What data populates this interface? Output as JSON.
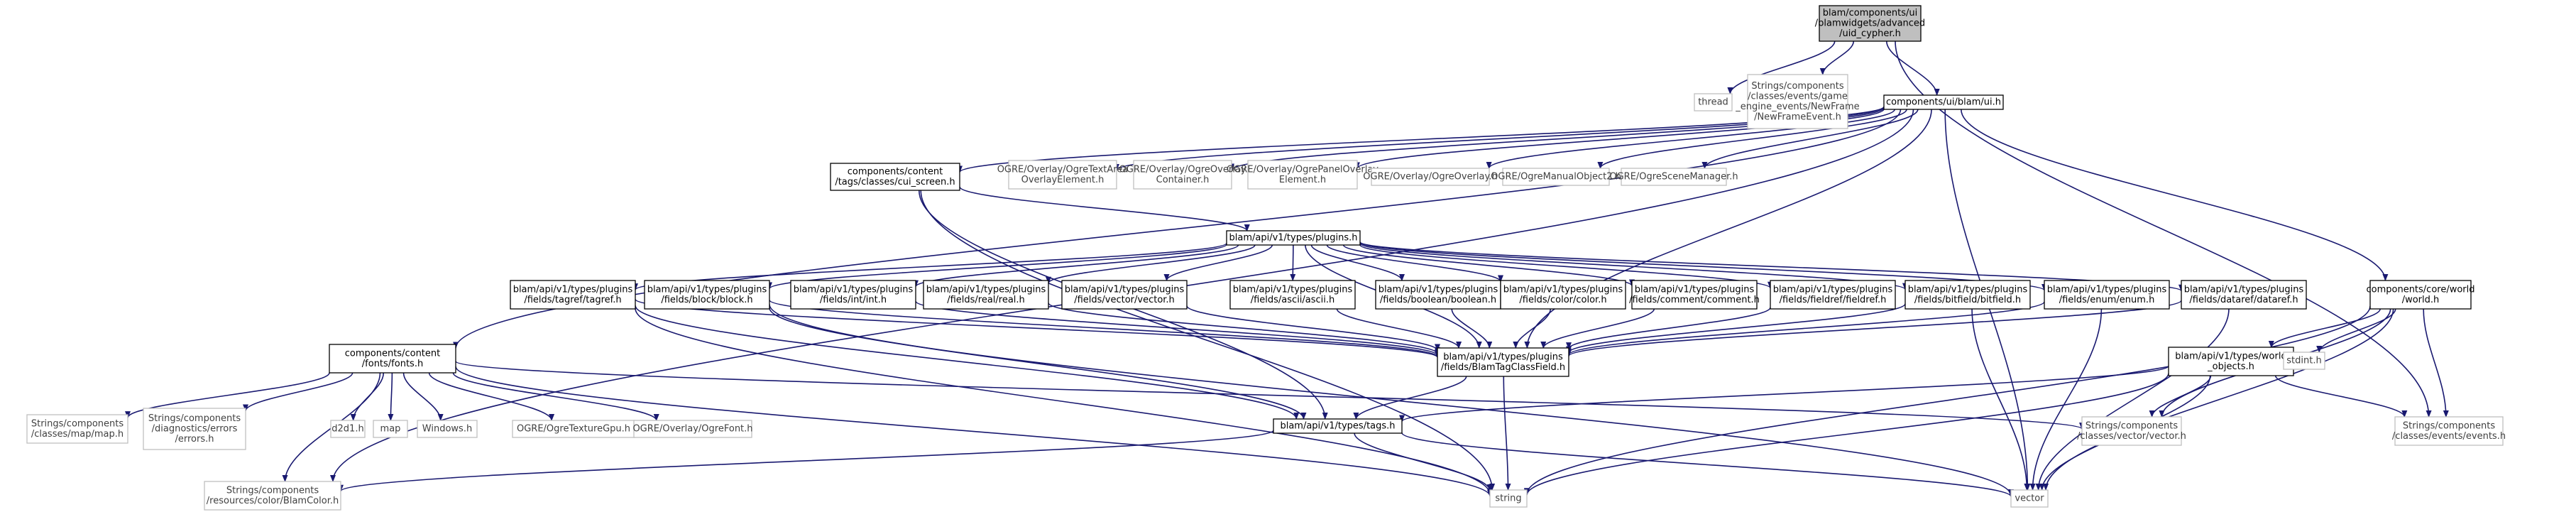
{
  "colors": {
    "edge": "#191970",
    "root_fill": "#bfbfbf",
    "root_border": "#000000",
    "node_fill": "#ffffff",
    "node_border": "#000000",
    "external_border": "#bfbfbf",
    "text": "#000000",
    "external_text": "#404040"
  },
  "nodes": [
    {
      "id": "uid_cypher",
      "lines": [
        "blam/components/ui",
        "/blamwidgets/advanced",
        "/uid_cypher.h"
      ],
      "kind": "root"
    },
    {
      "id": "thread",
      "lines": [
        "thread"
      ],
      "kind": "external"
    },
    {
      "id": "newframe",
      "lines": [
        "Strings/components",
        "/classes/events/game",
        "_engine_events/NewFrame",
        "/NewFrameEvent.h"
      ],
      "kind": "external"
    },
    {
      "id": "ui_h",
      "lines": [
        "components/ui/blam/ui.h"
      ],
      "kind": "internal"
    },
    {
      "id": "cui_screen",
      "lines": [
        "components/content",
        "/tags/classes/cui_screen.h"
      ],
      "kind": "internal"
    },
    {
      "id": "ogre_textarea",
      "lines": [
        "OGRE/Overlay/OgreTextArea",
        "OverlayElement.h"
      ],
      "kind": "external"
    },
    {
      "id": "ogre_overlaycontainer",
      "lines": [
        "OGRE/Overlay/OgreOverlay",
        "Container.h"
      ],
      "kind": "external"
    },
    {
      "id": "ogre_panel",
      "lines": [
        "OGRE/Overlay/OgrePanelOverlay",
        "Element.h"
      ],
      "kind": "external"
    },
    {
      "id": "ogre_overlay",
      "lines": [
        "OGRE/Overlay/OgreOverlay.h"
      ],
      "kind": "external"
    },
    {
      "id": "ogre_manual",
      "lines": [
        "OGRE/OgreManualObject2.h"
      ],
      "kind": "external"
    },
    {
      "id": "ogre_scenemgr",
      "lines": [
        "OGRE/OgreSceneManager.h"
      ],
      "kind": "external"
    },
    {
      "id": "plugins_h",
      "lines": [
        "blam/api/v1/types/plugins.h"
      ],
      "kind": "internal"
    },
    {
      "id": "tagref",
      "lines": [
        "blam/api/v1/types/plugins",
        "/fields/tagref/tagref.h"
      ],
      "kind": "internal"
    },
    {
      "id": "block",
      "lines": [
        "blam/api/v1/types/plugins",
        "/fields/block/block.h"
      ],
      "kind": "internal"
    },
    {
      "id": "int",
      "lines": [
        "blam/api/v1/types/plugins",
        "/fields/int/int.h"
      ],
      "kind": "internal"
    },
    {
      "id": "real",
      "lines": [
        "blam/api/v1/types/plugins",
        "/fields/real/real.h"
      ],
      "kind": "internal"
    },
    {
      "id": "vectorh",
      "lines": [
        "blam/api/v1/types/plugins",
        "/fields/vector/vector.h"
      ],
      "kind": "internal"
    },
    {
      "id": "ascii",
      "lines": [
        "blam/api/v1/types/plugins",
        "/fields/ascii/ascii.h"
      ],
      "kind": "internal"
    },
    {
      "id": "boolean",
      "lines": [
        "blam/api/v1/types/plugins",
        "/fields/boolean/boolean.h"
      ],
      "kind": "internal"
    },
    {
      "id": "color",
      "lines": [
        "blam/api/v1/types/plugins",
        "/fields/color/color.h"
      ],
      "kind": "internal"
    },
    {
      "id": "comment",
      "lines": [
        "blam/api/v1/types/plugins",
        "/fields/comment/comment.h"
      ],
      "kind": "internal"
    },
    {
      "id": "fieldref",
      "lines": [
        "blam/api/v1/types/plugins",
        "/fields/fieldref/fieldref.h"
      ],
      "kind": "internal"
    },
    {
      "id": "bitfield",
      "lines": [
        "blam/api/v1/types/plugins",
        "/fields/bitfield/bitfield.h"
      ],
      "kind": "internal"
    },
    {
      "id": "enum",
      "lines": [
        "blam/api/v1/types/plugins",
        "/fields/enum/enum.h"
      ],
      "kind": "internal"
    },
    {
      "id": "dataref",
      "lines": [
        "blam/api/v1/types/plugins",
        "/fields/dataref/dataref.h"
      ],
      "kind": "internal"
    },
    {
      "id": "world_h",
      "lines": [
        "components/core/world",
        "/world.h"
      ],
      "kind": "internal"
    },
    {
      "id": "fonts_h",
      "lines": [
        "components/content",
        "/fonts/fonts.h"
      ],
      "kind": "internal"
    },
    {
      "id": "classfield",
      "lines": [
        "blam/api/v1/types/plugins",
        "/fields/BlamTagClassField.h"
      ],
      "kind": "internal"
    },
    {
      "id": "world_objects",
      "lines": [
        "blam/api/v1/types/world",
        "_objects.h"
      ],
      "kind": "internal"
    },
    {
      "id": "stdint",
      "lines": [
        "stdint.h"
      ],
      "kind": "external"
    },
    {
      "id": "map_h",
      "lines": [
        "Strings/components",
        "/classes/map/map.h"
      ],
      "kind": "external"
    },
    {
      "id": "diag_errors",
      "lines": [
        "Strings/components",
        "/diagnostics/errors",
        "/errors.h"
      ],
      "kind": "external"
    },
    {
      "id": "d2d1",
      "lines": [
        "d2d1.h"
      ],
      "kind": "external"
    },
    {
      "id": "map",
      "lines": [
        "map"
      ],
      "kind": "external"
    },
    {
      "id": "windows",
      "lines": [
        "Windows.h"
      ],
      "kind": "external"
    },
    {
      "id": "ogre_texgpu",
      "lines": [
        "OGRE/OgreTextureGpu.h"
      ],
      "kind": "external"
    },
    {
      "id": "ogre_font",
      "lines": [
        "OGRE/Overlay/OgreFont.h"
      ],
      "kind": "external"
    },
    {
      "id": "tags_h",
      "lines": [
        "blam/api/v1/types/tags.h"
      ],
      "kind": "internal"
    },
    {
      "id": "vector_class",
      "lines": [
        "Strings/components",
        "/classes/vector/vector.h"
      ],
      "kind": "external"
    },
    {
      "id": "events_h",
      "lines": [
        "Strings/components",
        "/classes/events/events.h"
      ],
      "kind": "external"
    },
    {
      "id": "blamcolor",
      "lines": [
        "Strings/components",
        "/resources/color/BlamColor.h"
      ],
      "kind": "external"
    },
    {
      "id": "string",
      "lines": [
        "string"
      ],
      "kind": "external"
    },
    {
      "id": "vector",
      "lines": [
        "vector"
      ],
      "kind": "external"
    }
  ],
  "edges": [
    [
      "uid_cypher",
      "thread"
    ],
    [
      "uid_cypher",
      "newframe"
    ],
    [
      "uid_cypher",
      "ui_h"
    ],
    [
      "uid_cypher",
      "events_h"
    ],
    [
      "ui_h",
      "cui_screen"
    ],
    [
      "ui_h",
      "ogre_textarea"
    ],
    [
      "ui_h",
      "ogre_overlaycontainer"
    ],
    [
      "ui_h",
      "ogre_panel"
    ],
    [
      "ui_h",
      "ogre_overlay"
    ],
    [
      "ui_h",
      "ogre_manual"
    ],
    [
      "ui_h",
      "ogre_scenemgr"
    ],
    [
      "ui_h",
      "world_h"
    ],
    [
      "ui_h",
      "fonts_h"
    ],
    [
      "ui_h",
      "blamcolor"
    ],
    [
      "ui_h",
      "vector"
    ],
    [
      "ui_h",
      "classfield"
    ],
    [
      "cui_screen",
      "plugins_h"
    ],
    [
      "cui_screen",
      "tags_h"
    ],
    [
      "cui_screen",
      "string"
    ],
    [
      "plugins_h",
      "tagref"
    ],
    [
      "plugins_h",
      "block"
    ],
    [
      "plugins_h",
      "int"
    ],
    [
      "plugins_h",
      "real"
    ],
    [
      "plugins_h",
      "vectorh"
    ],
    [
      "plugins_h",
      "ascii"
    ],
    [
      "plugins_h",
      "boolean"
    ],
    [
      "plugins_h",
      "color"
    ],
    [
      "plugins_h",
      "comment"
    ],
    [
      "plugins_h",
      "fieldref"
    ],
    [
      "plugins_h",
      "bitfield"
    ],
    [
      "plugins_h",
      "enum"
    ],
    [
      "plugins_h",
      "dataref"
    ],
    [
      "plugins_h",
      "classfield"
    ],
    [
      "tagref",
      "classfield"
    ],
    [
      "tagref",
      "tags_h"
    ],
    [
      "tagref",
      "string"
    ],
    [
      "block",
      "classfield"
    ],
    [
      "block",
      "tags_h"
    ],
    [
      "block",
      "vector"
    ],
    [
      "int",
      "classfield"
    ],
    [
      "real",
      "classfield"
    ],
    [
      "vectorh",
      "classfield"
    ],
    [
      "ascii",
      "classfield"
    ],
    [
      "boolean",
      "classfield"
    ],
    [
      "color",
      "classfield"
    ],
    [
      "comment",
      "classfield"
    ],
    [
      "fieldref",
      "classfield"
    ],
    [
      "bitfield",
      "classfield"
    ],
    [
      "bitfield",
      "vector"
    ],
    [
      "enum",
      "classfield"
    ],
    [
      "enum",
      "vector"
    ],
    [
      "dataref",
      "classfield"
    ],
    [
      "dataref",
      "vector"
    ],
    [
      "classfield",
      "tags_h"
    ],
    [
      "classfield",
      "string"
    ],
    [
      "tags_h",
      "blamcolor"
    ],
    [
      "tags_h",
      "string"
    ],
    [
      "tags_h",
      "vector"
    ],
    [
      "fonts_h",
      "map_h"
    ],
    [
      "fonts_h",
      "diag_errors"
    ],
    [
      "fonts_h",
      "d2d1"
    ],
    [
      "fonts_h",
      "map"
    ],
    [
      "fonts_h",
      "windows"
    ],
    [
      "fonts_h",
      "ogre_texgpu"
    ],
    [
      "fonts_h",
      "ogre_font"
    ],
    [
      "fonts_h",
      "blamcolor"
    ],
    [
      "fonts_h",
      "string"
    ],
    [
      "fonts_h",
      "vector_class"
    ],
    [
      "world_h",
      "world_objects"
    ],
    [
      "world_h",
      "stdint"
    ],
    [
      "world_h",
      "events_h"
    ],
    [
      "world_h",
      "vector"
    ],
    [
      "world_h",
      "vector_class"
    ],
    [
      "world_h",
      "string"
    ],
    [
      "world_objects",
      "tags_h"
    ],
    [
      "world_objects",
      "vector_class"
    ],
    [
      "world_objects",
      "events_h"
    ],
    [
      "world_objects",
      "string"
    ],
    [
      "world_objects",
      "vector"
    ]
  ]
}
